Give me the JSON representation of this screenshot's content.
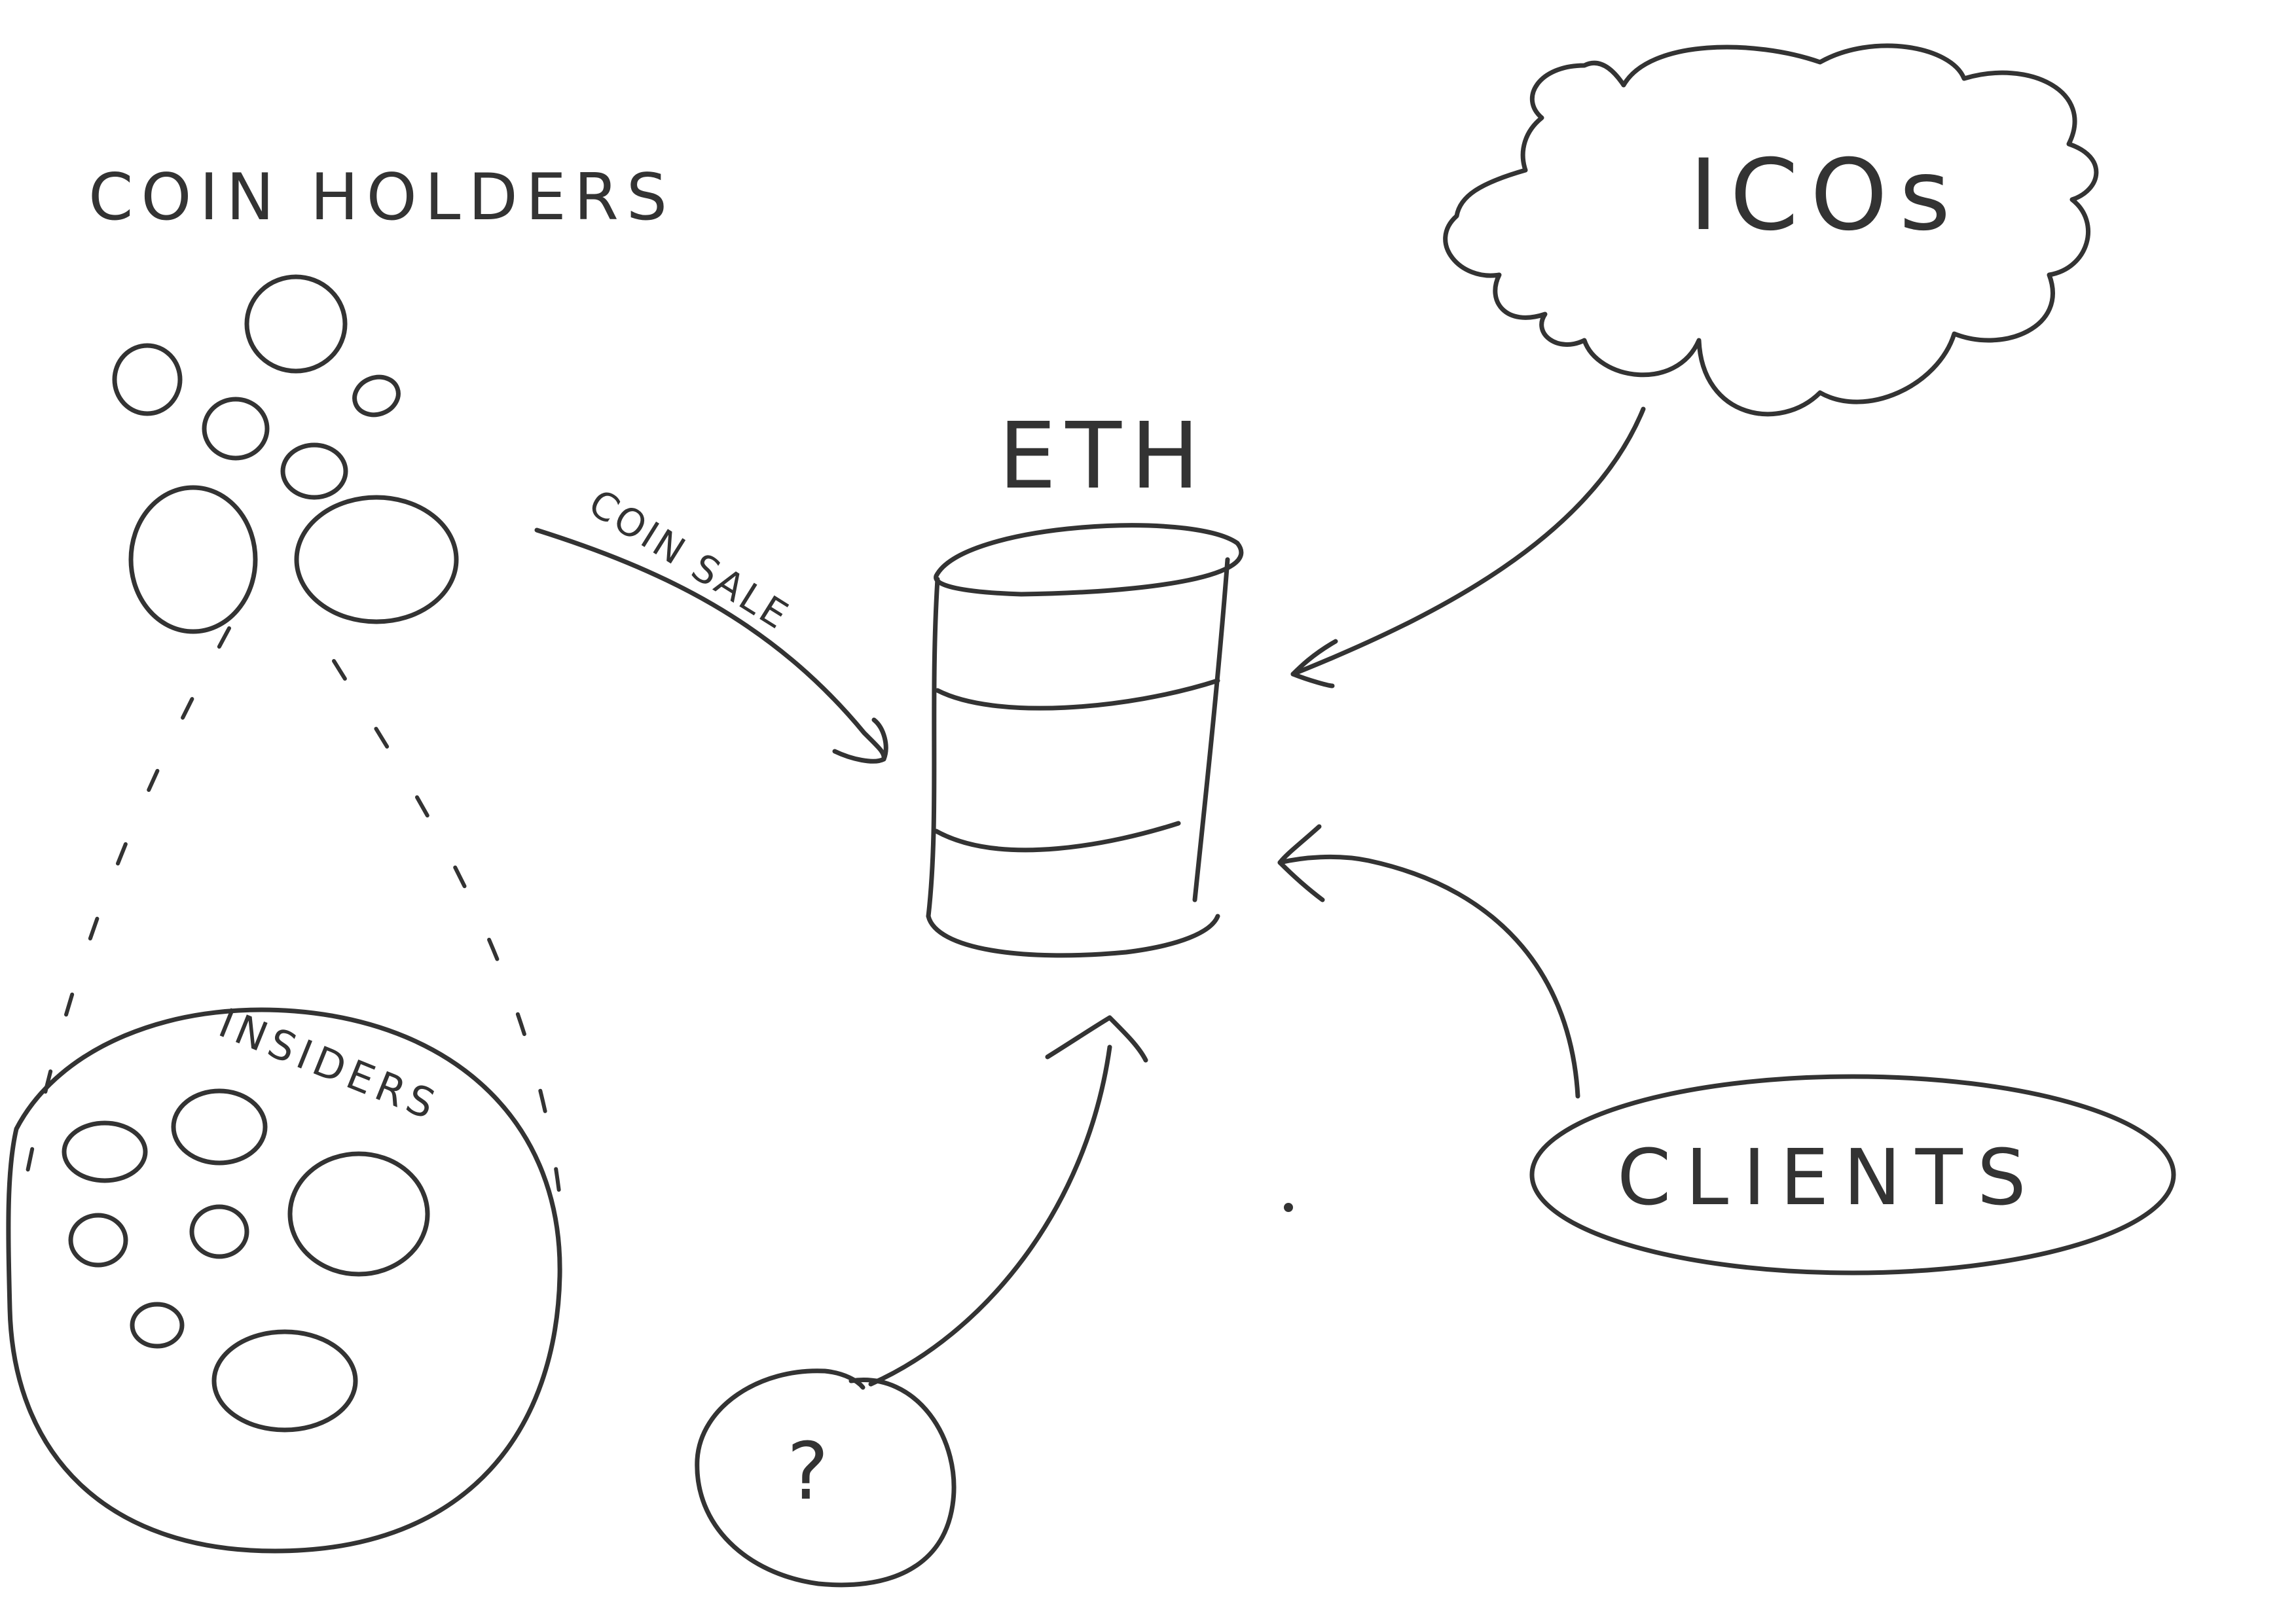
{
  "labels": {
    "coin_holders": "COIN HOLDERS",
    "eth": "ETH",
    "coin_sale": "COIN SALE",
    "icos": "ICOs",
    "insiders": "INSIDERS",
    "clients": "CLIENTS",
    "unknown": "?"
  },
  "colors": {
    "ink": "#333333",
    "paper": "#ffffff"
  },
  "nodes": [
    {
      "id": "coin-holders",
      "shape": "circle-cluster"
    },
    {
      "id": "insiders",
      "shape": "circle"
    },
    {
      "id": "eth",
      "shape": "barrel"
    },
    {
      "id": "icos",
      "shape": "cloud"
    },
    {
      "id": "clients",
      "shape": "ellipse"
    },
    {
      "id": "unknown",
      "shape": "circle"
    }
  ],
  "edges": [
    {
      "from": "coin-holders",
      "to": "eth",
      "label_key": "coin_sale"
    },
    {
      "from": "icos",
      "to": "eth"
    },
    {
      "from": "clients",
      "to": "eth"
    },
    {
      "from": "unknown",
      "to": "eth"
    },
    {
      "from": "coin-holders",
      "to": "insiders",
      "style": "dashed"
    }
  ]
}
